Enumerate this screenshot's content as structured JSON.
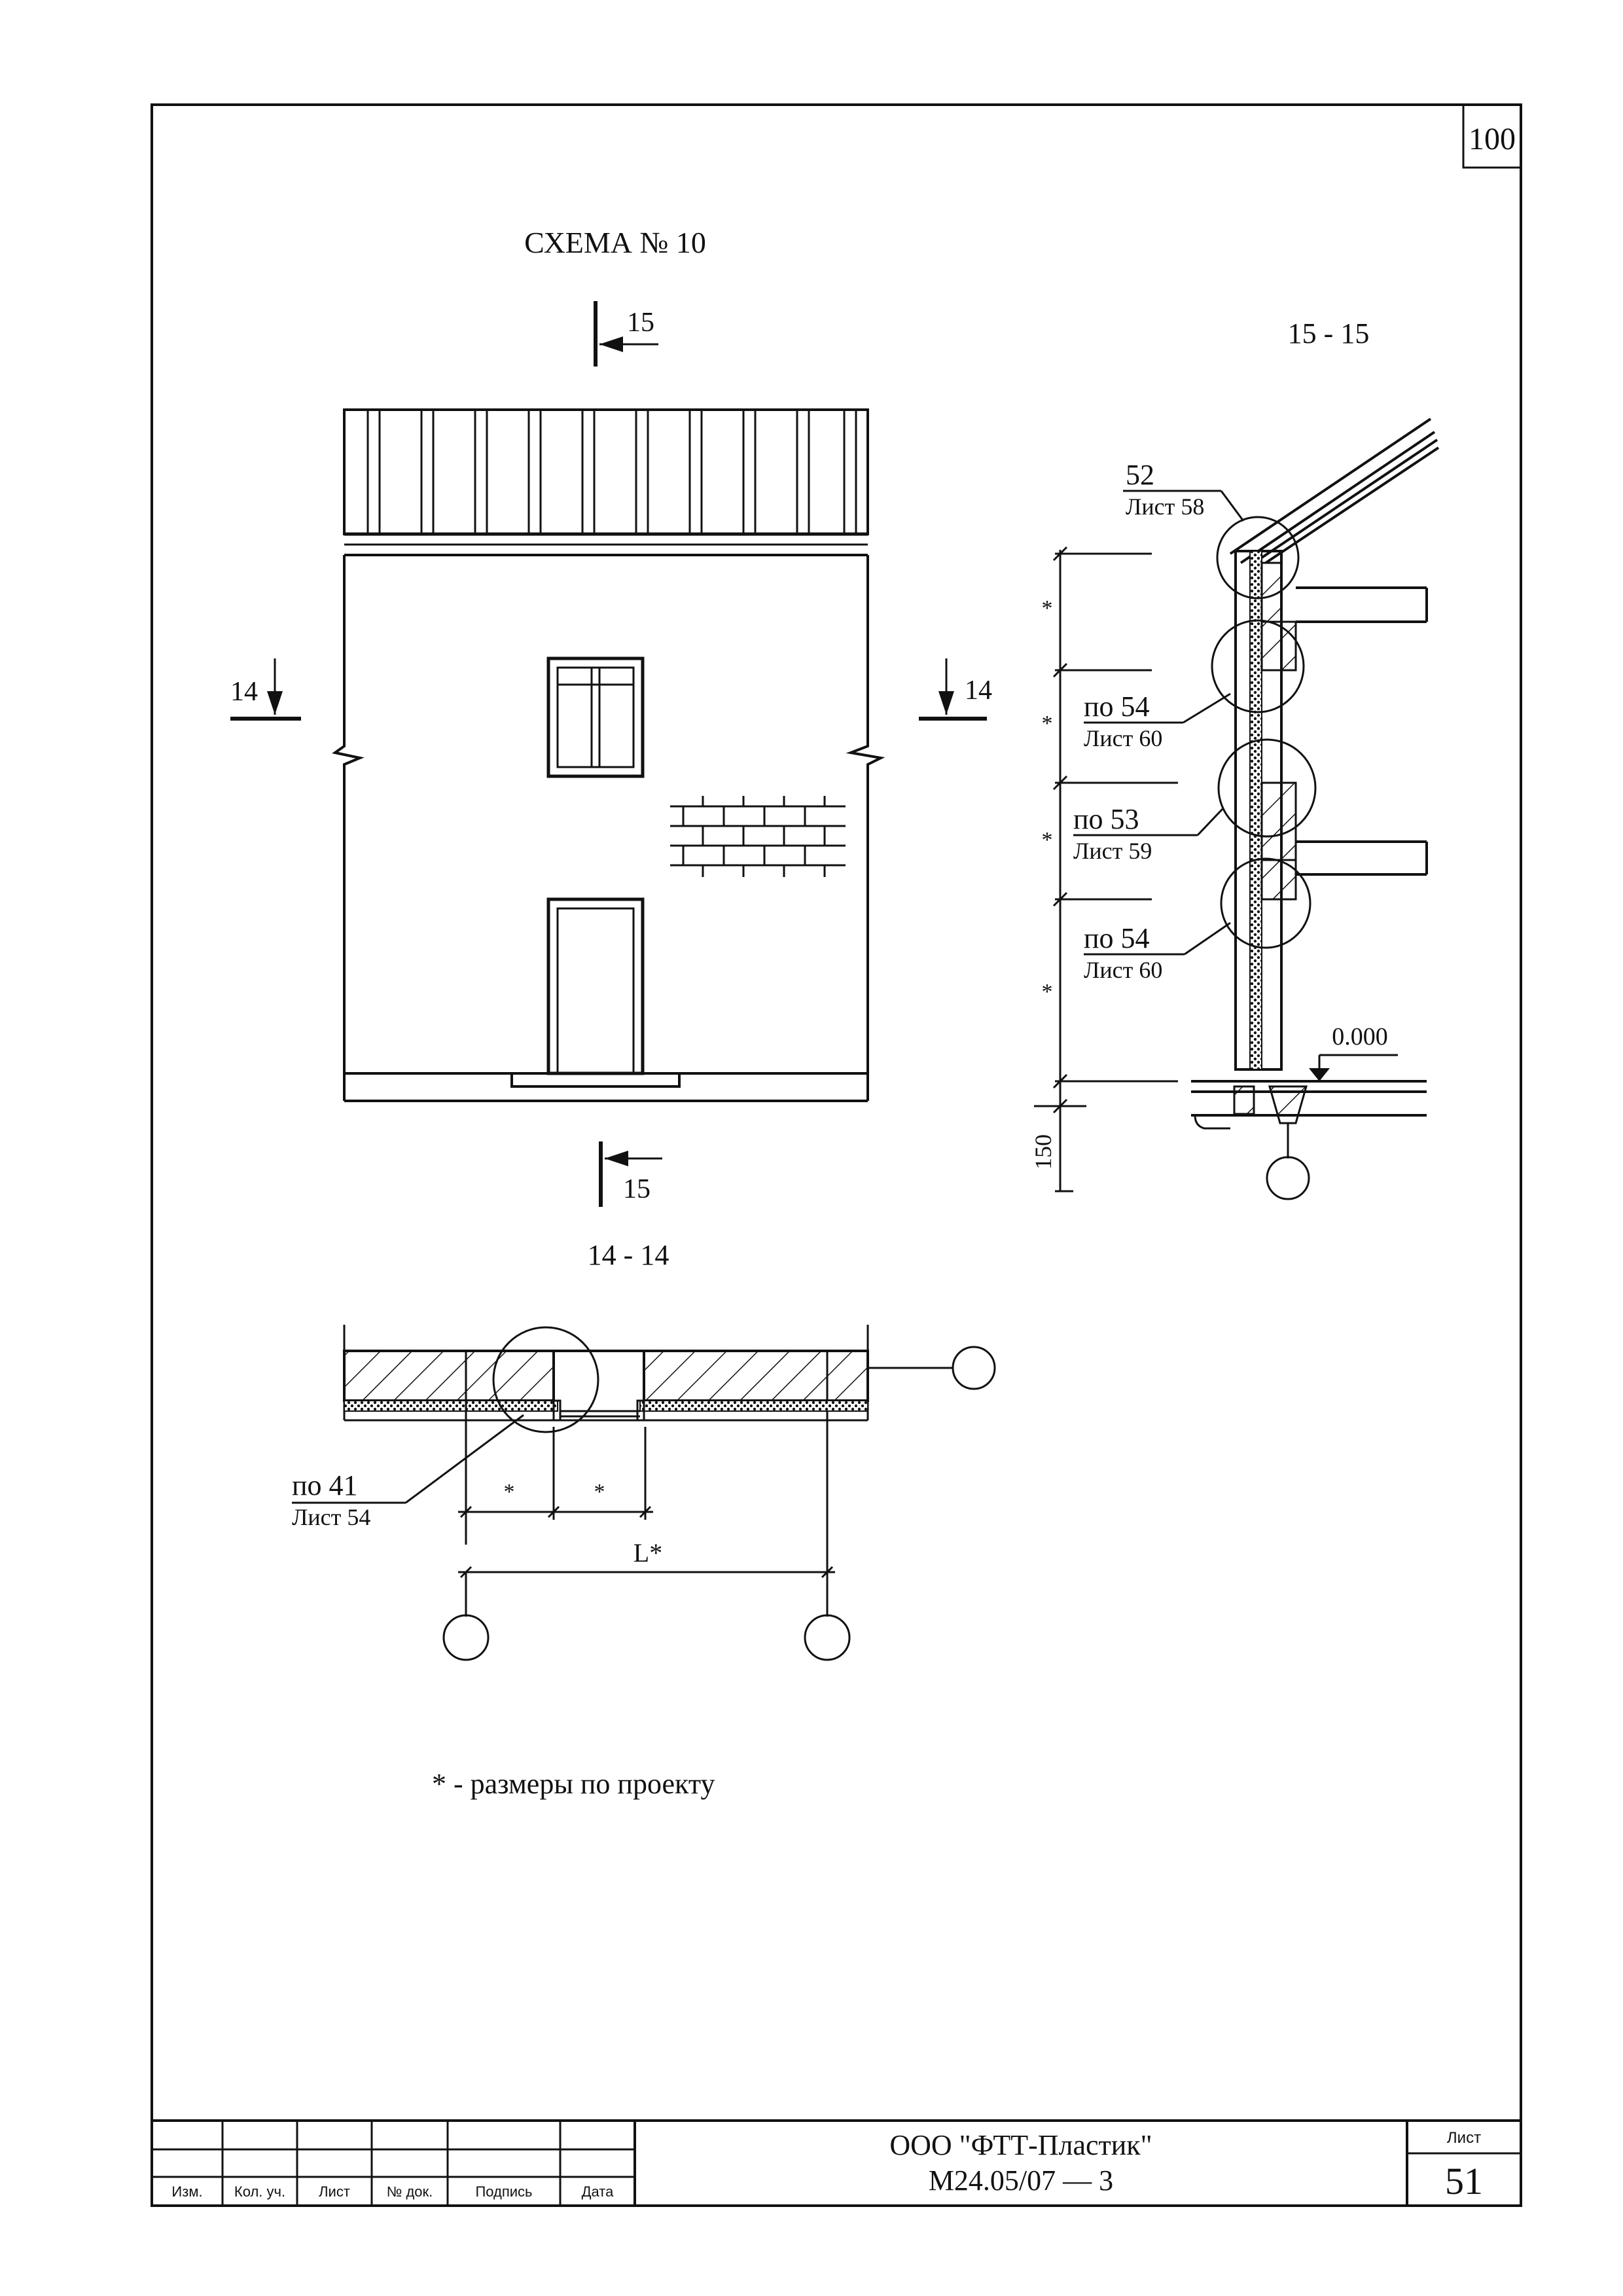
{
  "page_number_corner": "100",
  "scheme_title": "СХЕМА № 10",
  "facade": {
    "cut_marker_top": "15",
    "cut_marker_bottom": "15",
    "cut_marker_left": "14",
    "cut_marker_right": "14"
  },
  "section_15": {
    "title": "15 - 15",
    "callouts": [
      {
        "num": "52",
        "sheet": "Лист 58"
      },
      {
        "num": "по 54",
        "sheet": "Лист 60"
      },
      {
        "num": "по 53",
        "sheet": "Лист 59"
      },
      {
        "num": "по 54",
        "sheet": "Лист 60"
      }
    ],
    "level_mark": "0.000",
    "dim_150": "150",
    "dim_star": "*"
  },
  "section_14": {
    "title": "14 - 14",
    "callout_num": "по 41",
    "callout_sheet": "Лист 54",
    "dim_star_1": "*",
    "dim_star_2": "*",
    "dim_L": "L*"
  },
  "note": "* - размеры по проекту",
  "title_block": {
    "company": "ООО \"ФТТ-Пластик\"",
    "doc_code": "М24.05/07 — 3",
    "sheet_label": "Лист",
    "sheet_number": "51",
    "columns": [
      "Изм.",
      "Кол. уч.",
      "Лист",
      "№ док.",
      "Подпись",
      "Дата"
    ]
  }
}
